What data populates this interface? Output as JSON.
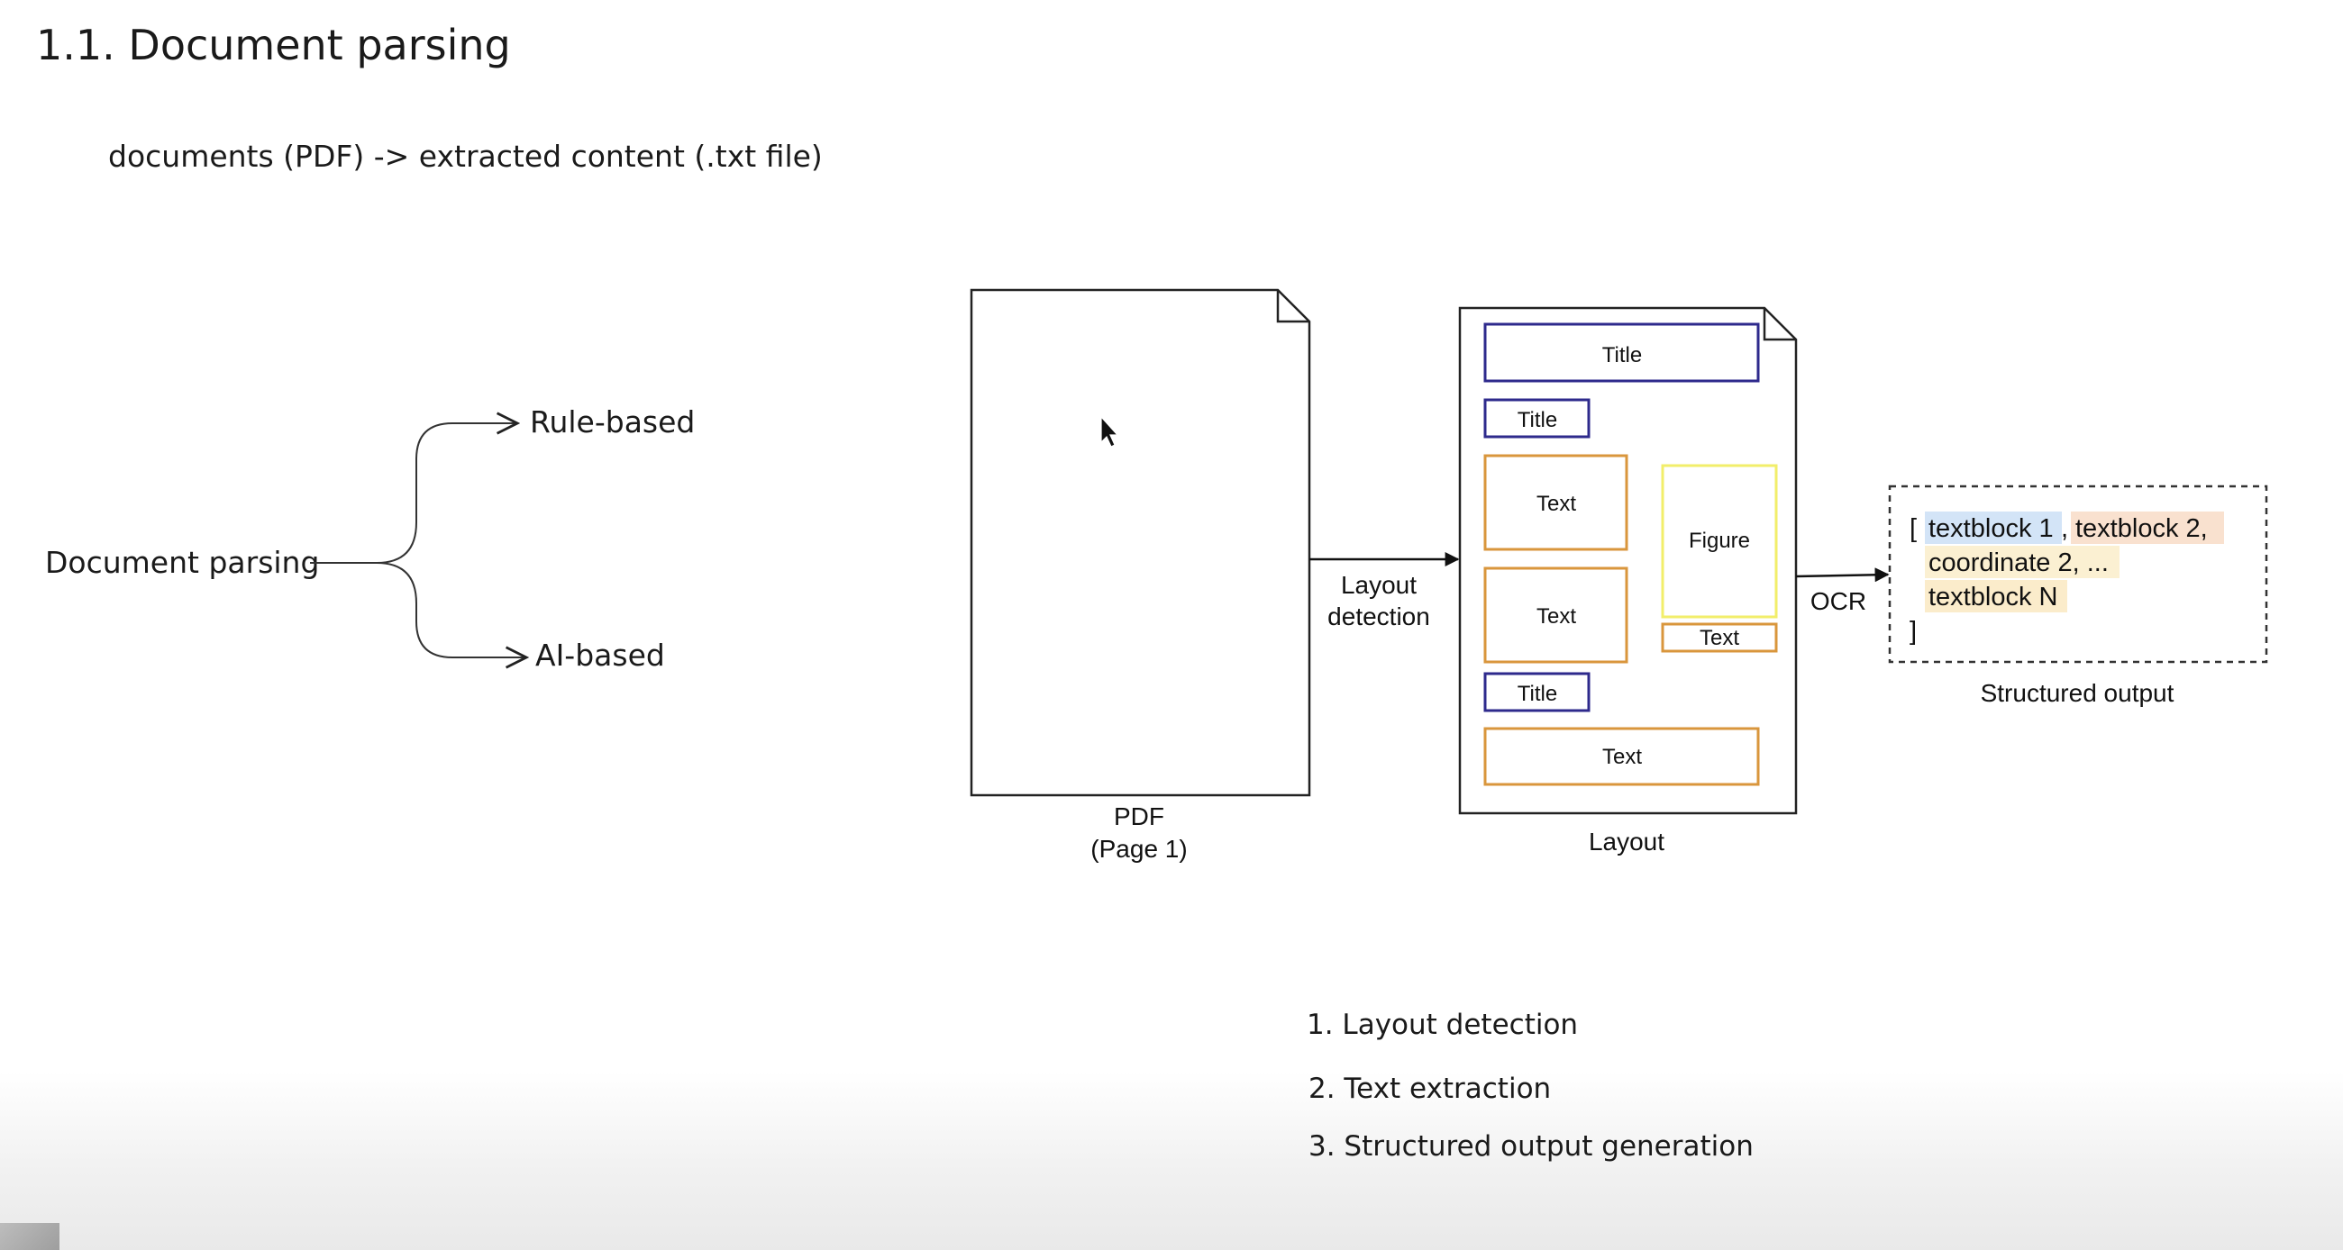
{
  "slide": {
    "title": "1.1. Document parsing",
    "subtitle": "documents (PDF) -> extracted content (.txt file)"
  },
  "mindmap": {
    "root": "Document parsing",
    "branches": [
      "Rule-based",
      "AI-based"
    ]
  },
  "pipeline": {
    "pdf_caption_line1": "PDF",
    "pdf_caption_line2": "(Page 1)",
    "arrow1_label_line1": "Layout",
    "arrow1_label_line2": "detection",
    "layout_caption": "Layout",
    "layout_blocks": {
      "title_wide": "Title",
      "title_small": "Title",
      "text_1": "Text",
      "text_2": "Text",
      "figure": "Figure",
      "figure_text": "Text",
      "title_bottom": "Title",
      "text_wide": "Text"
    },
    "arrow2_label": "OCR",
    "output": {
      "open_bracket": "[",
      "block1": "textblock 1",
      "sep1": ",",
      "block2": "textblock 2,",
      "line2": "coordinate 2, ...",
      "block_n": "textblock N",
      "close_bracket": "]"
    },
    "output_caption": "Structured output"
  },
  "steps": [
    "1. Layout detection",
    "2. Text extraction",
    "3. Structured output generation"
  ],
  "colors": {
    "title_box": "#2e2a8c",
    "text_box": "#d9963c",
    "figure_box": "#f2ee6a",
    "highlight_block1": "#d3e4f7",
    "highlight_block2": "#f9e1cf",
    "highlight_line2": "#fbf0d2",
    "highlight_blockN": "#fbeccb"
  }
}
